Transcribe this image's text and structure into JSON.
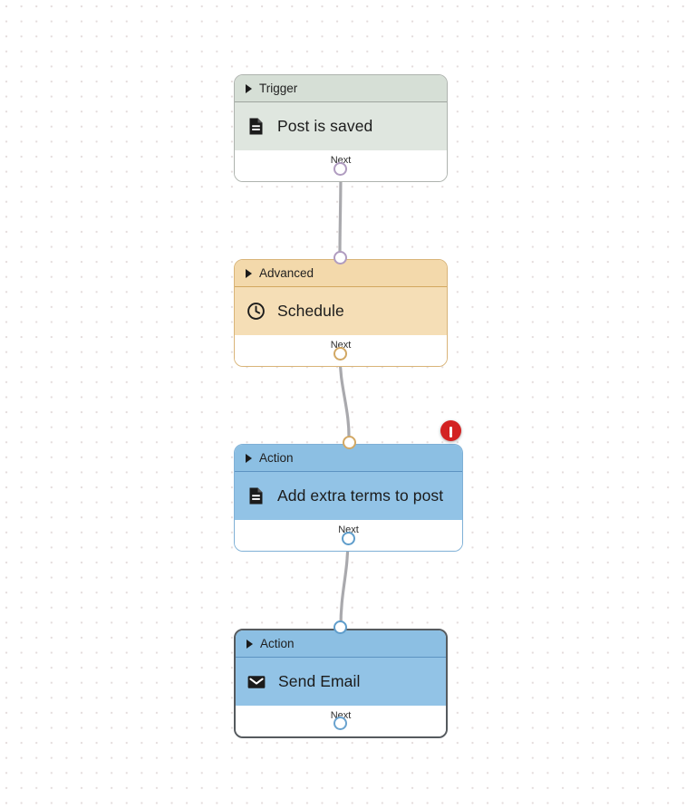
{
  "canvas": {
    "name": "workflow-canvas",
    "background": "#ffffff",
    "dot_color": "#e4dcdc"
  },
  "nodes": [
    {
      "id": "trigger-post-is-saved",
      "type_label": "Trigger",
      "title": "Post is saved",
      "icon": "document-icon",
      "footer_label": "Next",
      "theme": "sage",
      "header_color": "#d6dfd6",
      "body_color": "#dfe6df",
      "border_color": "#aeb3ae",
      "selected": false,
      "has_error": false
    },
    {
      "id": "advanced-schedule",
      "type_label": "Advanced",
      "title": "Schedule",
      "icon": "clock-icon",
      "footer_label": "Next",
      "theme": "tan",
      "header_color": "#f3d9ab",
      "body_color": "#f5deb6",
      "border_color": "#d9b478",
      "selected": false,
      "has_error": false
    },
    {
      "id": "action-add-extra-terms-to-post",
      "type_label": "Action",
      "title": "Add extra terms to post",
      "icon": "document-icon",
      "footer_label": "Next",
      "theme": "blue",
      "header_color": "#8cbfe3",
      "body_color": "#92c3e6",
      "border_color": "#7fb0d6",
      "selected": false,
      "has_error": true,
      "error_color": "#d32222"
    },
    {
      "id": "action-send-email",
      "type_label": "Action",
      "title": "Send Email",
      "icon": "envelope-icon",
      "footer_label": "Next",
      "theme": "blue",
      "header_color": "#8cbfe3",
      "body_color": "#92c3e6",
      "border_color": "#555a5e",
      "selected": true,
      "has_error": false
    }
  ],
  "connectors": [
    {
      "id": "wire-trigger-to-advanced",
      "from": "trigger-post-is-saved",
      "to": "advanced-schedule",
      "color": "#a9a9ad"
    },
    {
      "id": "wire-advanced-to-action",
      "from": "advanced-schedule",
      "to": "action-add-extra-terms-to-post",
      "color": "#a9a9ad"
    },
    {
      "id": "wire-action-to-email",
      "from": "action-add-extra-terms-to-post",
      "to": "action-send-email",
      "color": "#a9a9ad"
    }
  ],
  "ports": [
    {
      "id": "port-trigger-out",
      "node": "trigger-post-is-saved",
      "kind": "output",
      "ring_color": "#b09cc0"
    },
    {
      "id": "port-advanced-in",
      "node": "advanced-schedule",
      "kind": "input",
      "ring_color": "#b09cc0"
    },
    {
      "id": "port-advanced-out",
      "node": "advanced-schedule",
      "kind": "output",
      "ring_color": "#d2a864"
    },
    {
      "id": "port-action-in",
      "node": "action-add-extra-terms-to-post",
      "kind": "input",
      "ring_color": "#d2a864"
    },
    {
      "id": "port-action-out",
      "node": "action-add-extra-terms-to-post",
      "kind": "output",
      "ring_color": "#5f9dcb"
    },
    {
      "id": "port-email-in",
      "node": "action-send-email",
      "kind": "input",
      "ring_color": "#5f9dcb"
    },
    {
      "id": "port-email-out",
      "node": "action-send-email",
      "kind": "output",
      "ring_color": "#6aa3cf"
    }
  ]
}
